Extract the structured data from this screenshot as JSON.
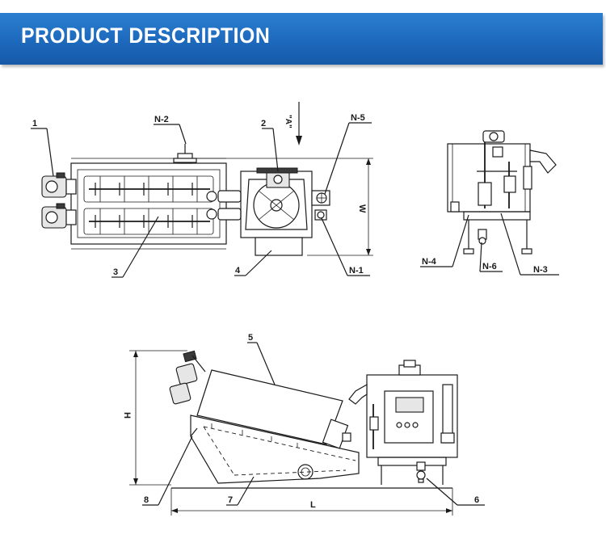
{
  "header": {
    "title": "PRODUCT DESCRIPTION"
  },
  "callouts": {
    "part_1": "1",
    "part_2": "2",
    "part_3": "3",
    "part_4": "4",
    "part_5": "5",
    "part_6": "6",
    "part_7": "7",
    "part_8": "8",
    "n_1": "N-1",
    "n_2": "N-2",
    "n_3": "N-3",
    "n_4": "N-4",
    "n_5": "N-5",
    "n_6": "N-6"
  },
  "dimensions": {
    "width": "W",
    "height": "H",
    "length": "L",
    "view_a": "\"A\""
  }
}
